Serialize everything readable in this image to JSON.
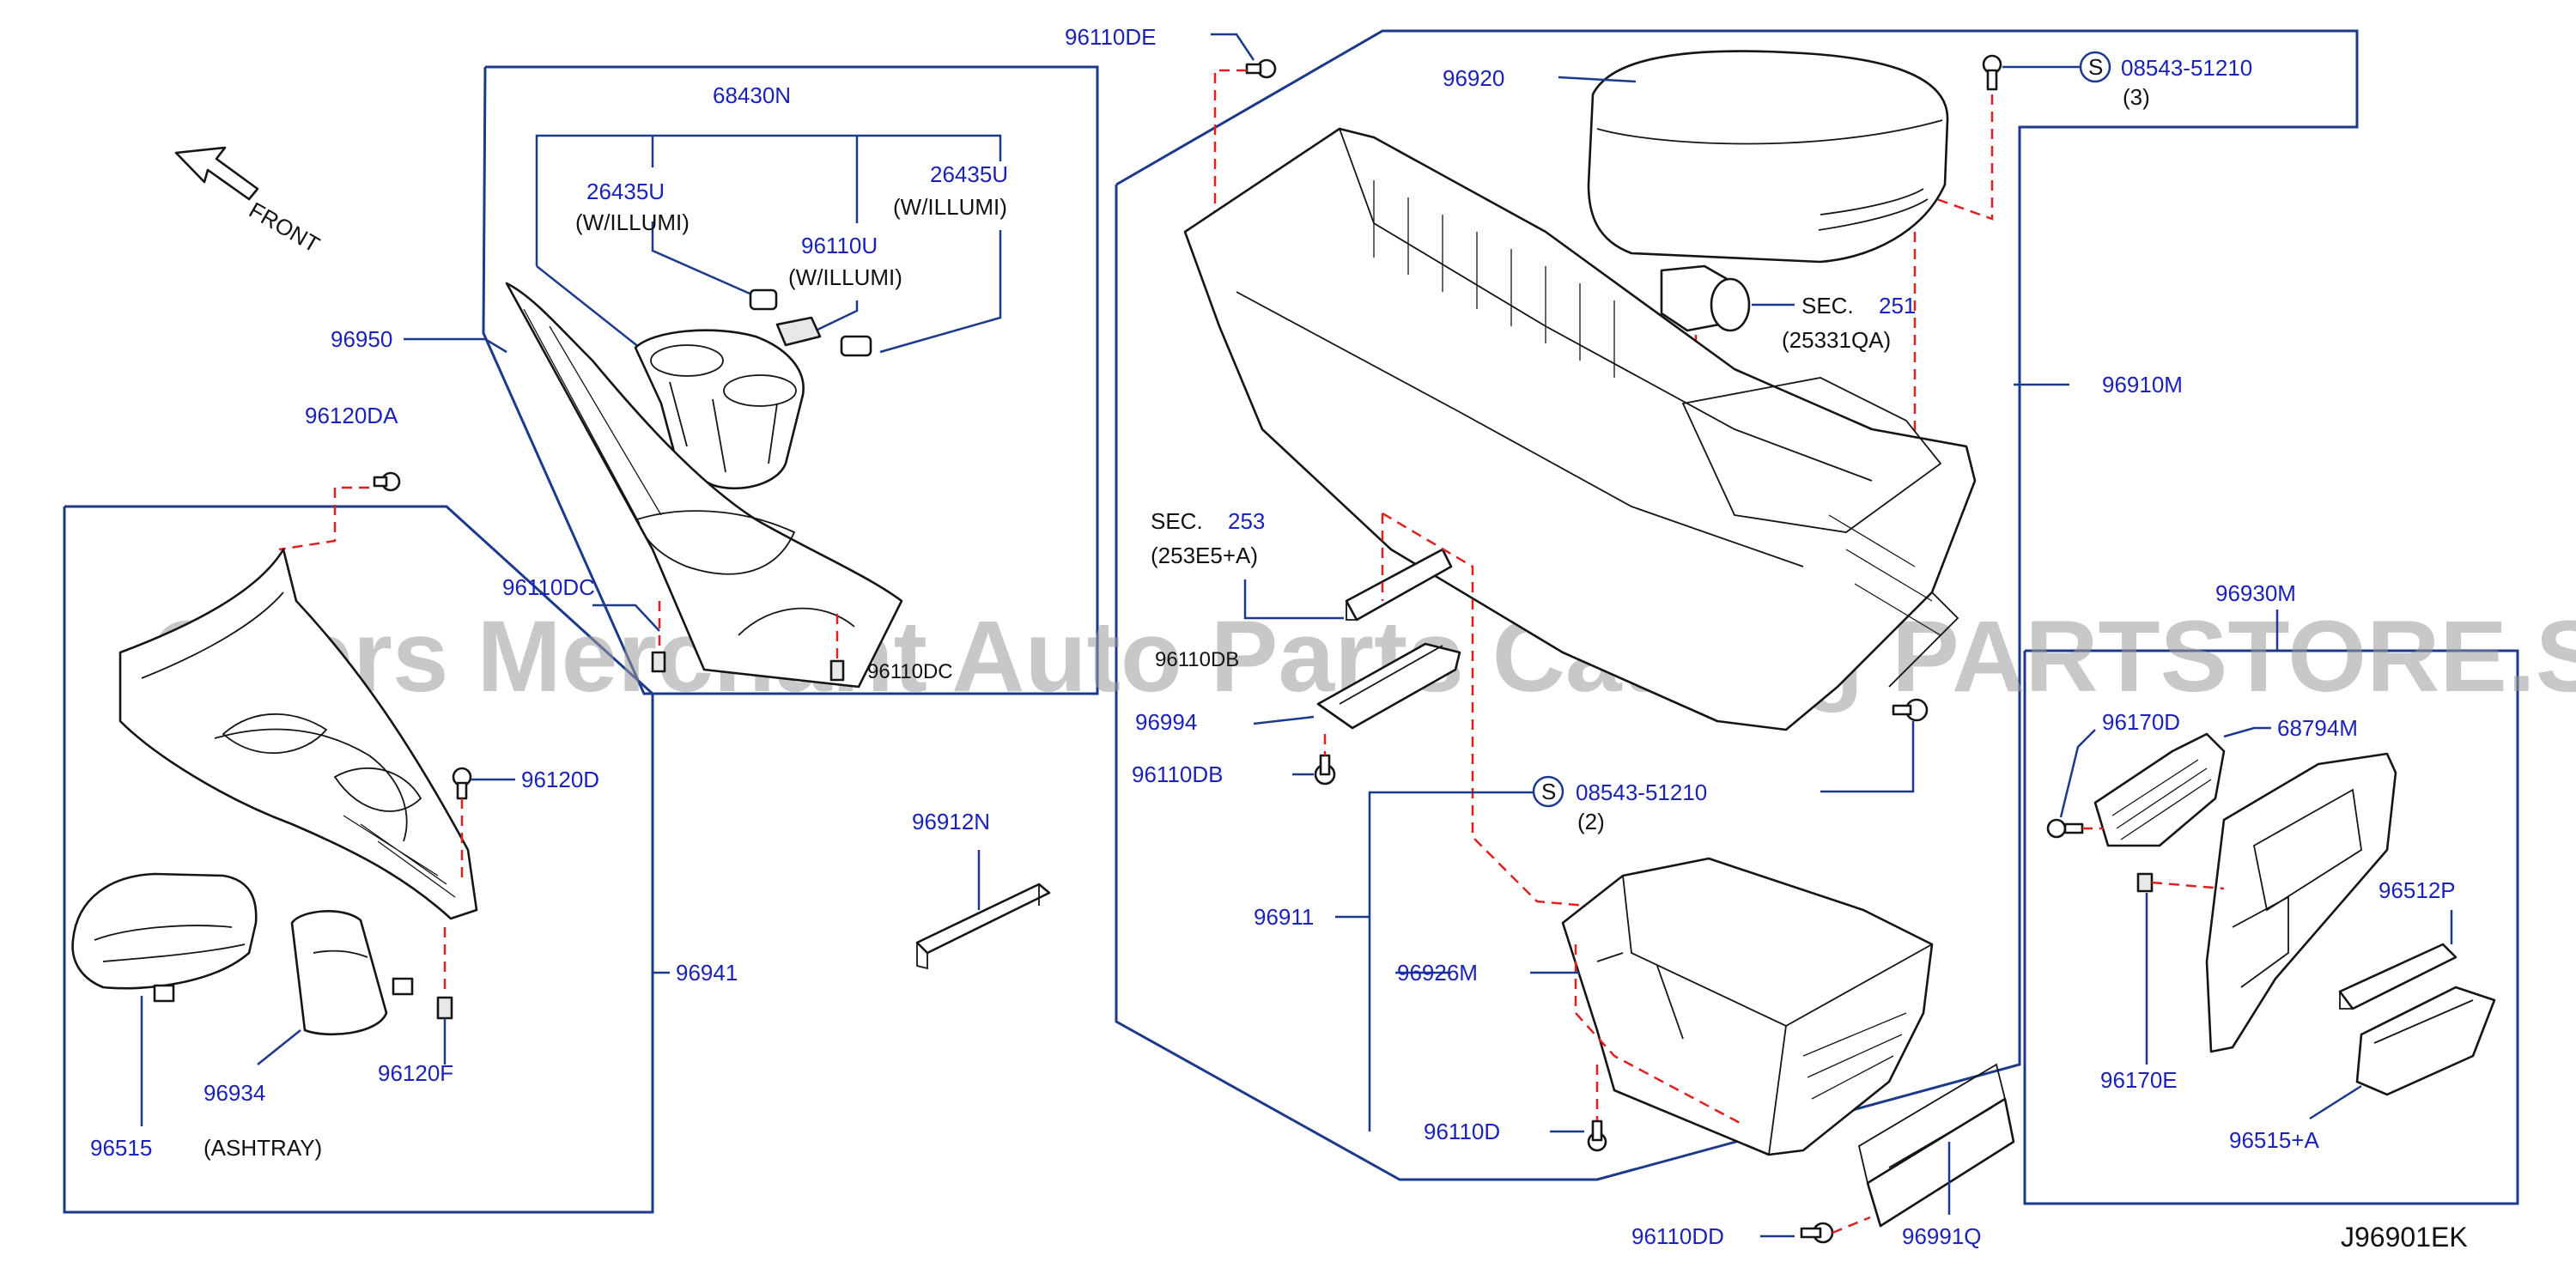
{
  "labels": {
    "p68430N": "68430N",
    "p26435U_left": "26435U",
    "w_illumi_left": "(W/ILLUMI)",
    "p26435U_right": "26435U",
    "w_illumi_right": "(W/ILLUMI)",
    "p96110U": "96110U",
    "w_illumi_mid": "(W/ILLUMI)",
    "p96950": "96950",
    "p96120DA": "96120DA",
    "p96110DC": "96110DC",
    "p96110DC_tail": "96110DC",
    "p96120D": "96120D",
    "p96941": "96941",
    "p96934": "96934",
    "p96120F": "96120F",
    "p96515": "96515",
    "ashtray": "(ASHTRAY)",
    "p96912N": "96912N",
    "p96110DE": "96110DE",
    "p96920": "96920",
    "p08543_top": "08543-51210",
    "qty_top": "(3)",
    "sec251_prefix": "SEC.",
    "sec251_num": "251",
    "sec251_sub": "(25331QA)",
    "p96910M": "96910M",
    "sec253_prefix": "SEC.",
    "sec253_num": "253",
    "sec253_sub": "(253E5+A)",
    "p96110DB_upper": "96110DB",
    "p96994": "96994",
    "p96110DB": "96110DB",
    "p08543_mid": "08543-51210",
    "qty_mid": "(2)",
    "p96911": "96911",
    "p96926M": "96926M",
    "p96110D": "96110D",
    "p96110DD": "96110DD",
    "p96991Q": "96991Q",
    "p96930M": "96930M",
    "p96170D": "96170D",
    "p68794M": "68794M",
    "p96512P": "96512P",
    "p96170E": "96170E",
    "p96515A": "96515+A",
    "front": "FRONT",
    "diagram_id": "J96901EK",
    "s_symbol": "S"
  },
  "watermark": "Offers Merchant Auto Parts Catalog PARTSTORE.SA",
  "colors": {
    "label": "#1a22b8",
    "frame": "#1c3a8c",
    "dashed_leader": "#e02020",
    "linework": "#151515",
    "watermark": "#9a9a9a"
  }
}
